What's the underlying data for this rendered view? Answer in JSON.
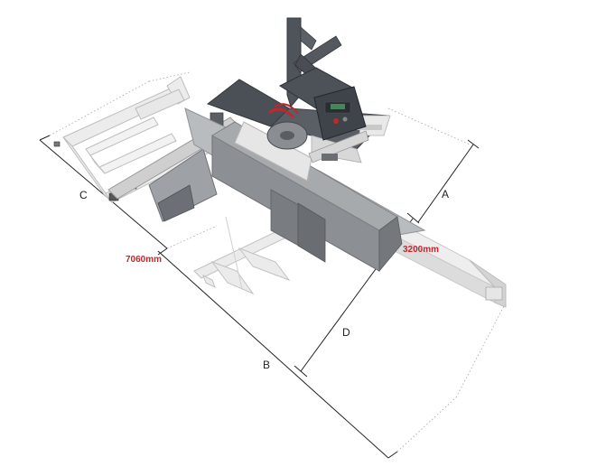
{
  "dimensions": {
    "a": "A",
    "b": "B",
    "c": "C",
    "d": "D",
    "length_value": "7060mm",
    "width_value": "3200mm"
  },
  "colors": {
    "accent_red": "#c0282d",
    "machine_body": "#8c8f93",
    "machine_dark": "#4b5057",
    "frame_light": "#e3e3e3"
  }
}
